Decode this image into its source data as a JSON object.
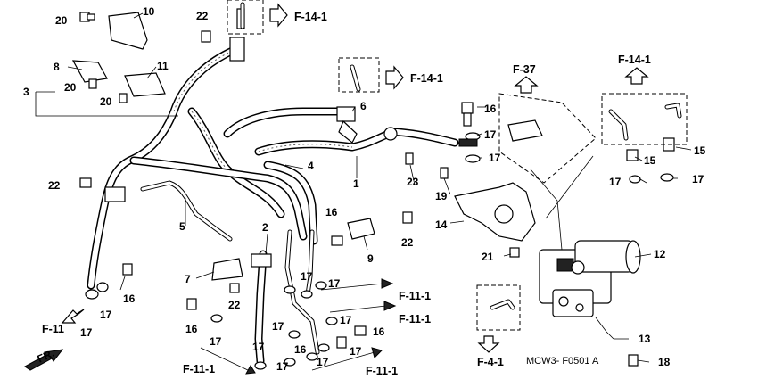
{
  "callouts": [
    {
      "id": "c20a",
      "text": "20"
    },
    {
      "id": "c10",
      "text": "10"
    },
    {
      "id": "c22a",
      "text": "22"
    },
    {
      "id": "c8",
      "text": "8"
    },
    {
      "id": "c11",
      "text": "11"
    },
    {
      "id": "c3",
      "text": "3"
    },
    {
      "id": "c20b",
      "text": "20"
    },
    {
      "id": "c20c",
      "text": "20"
    },
    {
      "id": "c6",
      "text": "6"
    },
    {
      "id": "c16a",
      "text": "16"
    },
    {
      "id": "c17a",
      "text": "17"
    },
    {
      "id": "c17b",
      "text": "17"
    },
    {
      "id": "c4",
      "text": "4"
    },
    {
      "id": "c1",
      "text": "1"
    },
    {
      "id": "c23",
      "text": "23"
    },
    {
      "id": "c19",
      "text": "19"
    },
    {
      "id": "c22b",
      "text": "22"
    },
    {
      "id": "c5",
      "text": "5"
    },
    {
      "id": "c14",
      "text": "14"
    },
    {
      "id": "c16b",
      "text": "16"
    },
    {
      "id": "c22c",
      "text": "22"
    },
    {
      "id": "c2",
      "text": "2"
    },
    {
      "id": "c9",
      "text": "9"
    },
    {
      "id": "c21",
      "text": "21"
    },
    {
      "id": "c12",
      "text": "12"
    },
    {
      "id": "c15a",
      "text": "15"
    },
    {
      "id": "c15b",
      "text": "15"
    },
    {
      "id": "c17c",
      "text": "17"
    },
    {
      "id": "c17d",
      "text": "17"
    },
    {
      "id": "c7",
      "text": "7"
    },
    {
      "id": "c16c",
      "text": "16"
    },
    {
      "id": "c17e",
      "text": "17"
    },
    {
      "id": "c17f",
      "text": "17"
    },
    {
      "id": "c22d",
      "text": "22"
    },
    {
      "id": "c17g",
      "text": "17"
    },
    {
      "id": "c17h",
      "text": "17"
    },
    {
      "id": "c16d",
      "text": "16"
    },
    {
      "id": "c17i",
      "text": "17"
    },
    {
      "id": "c17j",
      "text": "17"
    },
    {
      "id": "c17k",
      "text": "17"
    },
    {
      "id": "c16e",
      "text": "16"
    },
    {
      "id": "c16f",
      "text": "16"
    },
    {
      "id": "c17l",
      "text": "17"
    },
    {
      "id": "c17m",
      "text": "17"
    },
    {
      "id": "c17n",
      "text": "17"
    },
    {
      "id": "c13",
      "text": "13"
    },
    {
      "id": "c18",
      "text": "18"
    },
    {
      "id": "c17o",
      "text": "17"
    }
  ],
  "refs": {
    "f14_1_a": "F-14-1",
    "f14_1_b": "F-14-1",
    "f14_1_c": "F-14-1",
    "f37": "F-37",
    "f11": "F-11",
    "f11_1_a": "F-11-1",
    "f11_1_b": "F-11-1",
    "f11_1_c": "F-11-1",
    "f11_1_d": "F-11-1",
    "f4_1": "F-4-1"
  },
  "front_label": "FR.",
  "diagram_code": "MCW3- F0501 A"
}
